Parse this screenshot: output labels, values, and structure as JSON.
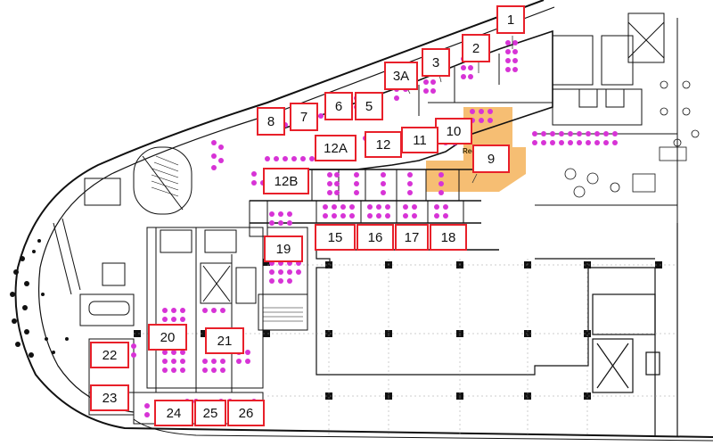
{
  "labels": {
    "l1": "1",
    "l2": "2",
    "l3": "3",
    "l3a": "3A",
    "l5": "5",
    "l6": "6",
    "l7": "7",
    "l8": "8",
    "l9": "9",
    "l10": "10",
    "l11": "11",
    "l12": "12",
    "l12a": "12A",
    "l12b": "12B",
    "l15": "15",
    "l16": "16",
    "l17": "17",
    "l18": "18",
    "l19": "19",
    "l20": "20",
    "l21": "21",
    "l22": "22",
    "l23": "23",
    "l24": "24",
    "l25": "25",
    "l26": "26"
  },
  "reception": "Reception",
  "colors": {
    "label_border": "#e8202a",
    "seat": "#d733d6",
    "highlight": "#f5b35a",
    "wall": "#111111"
  }
}
